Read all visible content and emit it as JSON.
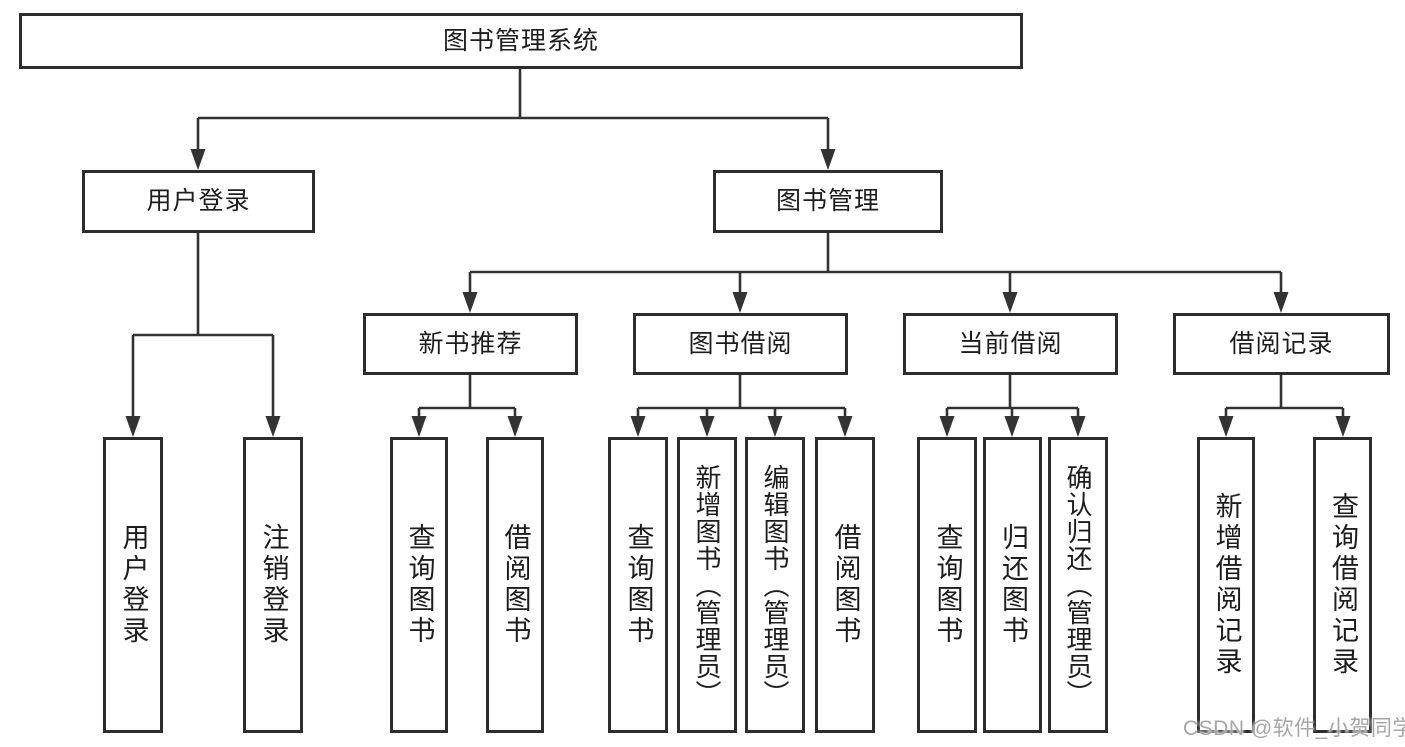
{
  "diagram_title": "图书管理系统",
  "nodes": {
    "root": {
      "label": "图书管理系统"
    },
    "user_login": {
      "label": "用户登录"
    },
    "book_mgmt": {
      "label": "图书管理"
    },
    "new_book_rec": {
      "label": "新书推荐"
    },
    "book_borrow": {
      "label": "图书借阅"
    },
    "current_borrow": {
      "label": "当前借阅"
    },
    "borrow_record": {
      "label": "借阅记录"
    },
    "user_login_leaf": {
      "label": "用户登录"
    },
    "logout_leaf": {
      "label": "注销登录"
    },
    "nbr_query_books": {
      "label": "查询图书"
    },
    "nbr_borrow_books": {
      "label": "借阅图书"
    },
    "bb_query_books": {
      "label": "查询图书"
    },
    "bb_add_books": {
      "label": "新增图书（管理员）"
    },
    "bb_edit_books": {
      "label": "编辑图书（管理员）"
    },
    "bb_borrow_books": {
      "label": "借阅图书"
    },
    "cb_query_books": {
      "label": "查询图书"
    },
    "cb_return_books": {
      "label": "归还图书"
    },
    "cb_confirm_return": {
      "label": "确认归还（管理员）"
    },
    "br_add_record": {
      "label": "新增借阅记录"
    },
    "br_query_record": {
      "label": "查询借阅记录"
    }
  },
  "hierarchy": {
    "图书管理系统": {
      "用户登录": [
        "用户登录",
        "注销登录"
      ],
      "图书管理": {
        "新书推荐": [
          "查询图书",
          "借阅图书"
        ],
        "图书借阅": [
          "查询图书",
          "新增图书（管理员）",
          "编辑图书（管理员）",
          "借阅图书"
        ],
        "当前借阅": [
          "查询图书",
          "归还图书",
          "确认归还（管理员）"
        ],
        "借阅记录": [
          "新增借阅记录",
          "查询借阅记录"
        ]
      }
    }
  },
  "watermark": {
    "text": "CSDN @软件_小贺同学"
  },
  "colors": {
    "background": "#ffffff",
    "line": "#333333",
    "box_border": "#2d2d2d",
    "text": "#1d1d1d",
    "watermark": "#a6a6a6"
  }
}
